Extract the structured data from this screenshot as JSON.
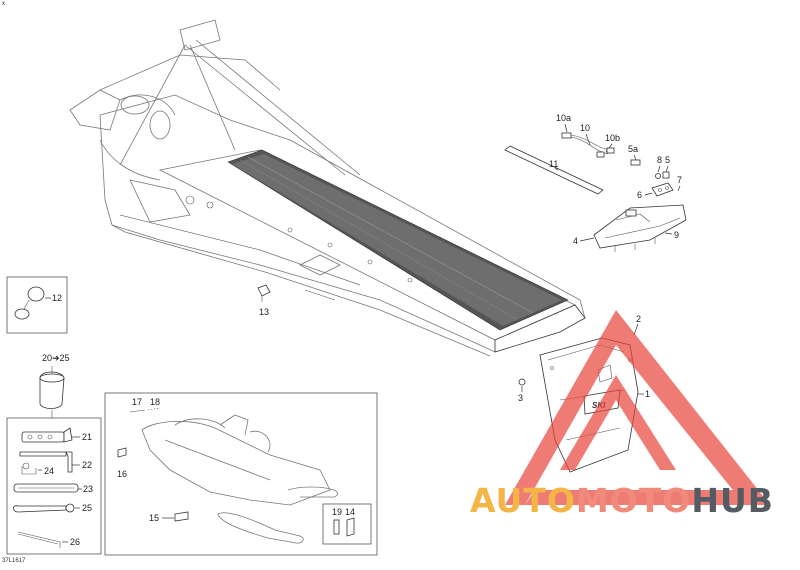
{
  "diagram": {
    "corner_mark": "x",
    "reference_code": "37L1617",
    "callouts": {
      "c1": "1",
      "c2": "2",
      "c3": "3",
      "c4": "4",
      "c5": "5",
      "c5a": "5a",
      "c6": "6",
      "c7": "7",
      "c8": "8",
      "c9": "9",
      "c10": "10",
      "c10a": "10a",
      "c10b": "10b",
      "c11": "11",
      "c12": "12",
      "c13": "13",
      "c14": "14",
      "c15": "15",
      "c16": "16",
      "c17": "17",
      "c18": "18",
      "c19": "19",
      "c20_25": "20➔25",
      "c21": "21",
      "c22": "22",
      "c23": "23",
      "c24": "24",
      "c25": "25",
      "c26": "26"
    },
    "flap_brand": "SKI"
  },
  "watermark": {
    "part_a": "AUTO",
    "part_b": "MOTO",
    "part_c": "HUB",
    "colors": {
      "triangle": "#e9443b",
      "auto": "#f3b546",
      "moto": "#f08a7a",
      "hub": "#555b63"
    }
  }
}
